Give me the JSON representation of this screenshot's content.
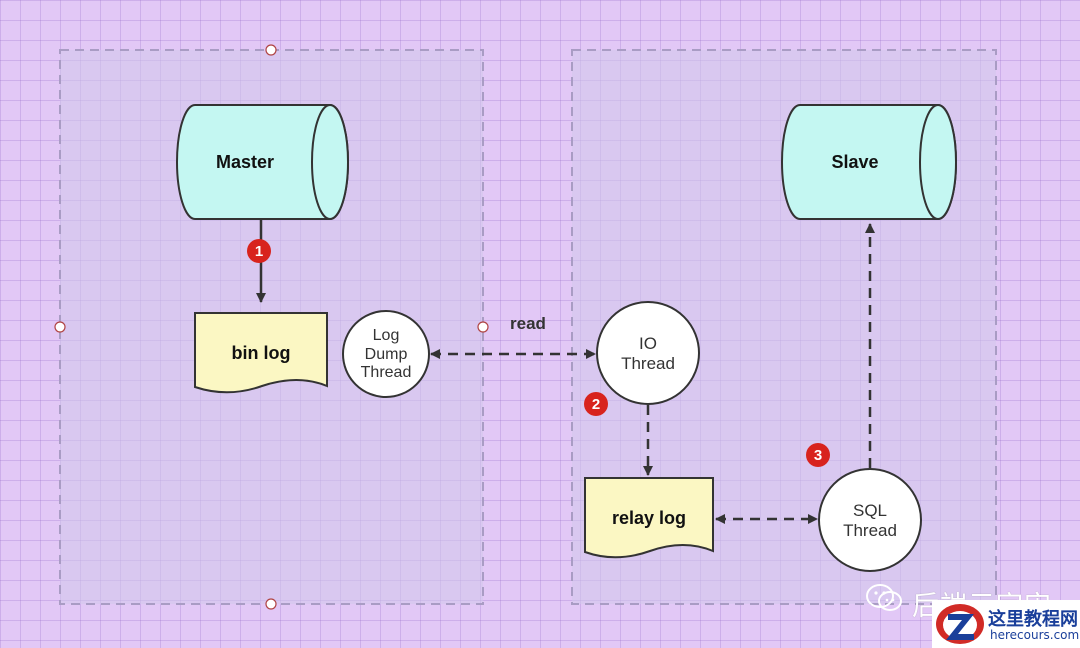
{
  "master": {
    "label": "Master"
  },
  "slave": {
    "label": "Slave"
  },
  "binlog": {
    "label": "bin log"
  },
  "relaylog": {
    "label": "relay log"
  },
  "dump_thread": {
    "label_line1": "Log",
    "label_line2": "Dump",
    "label_line3": "Thread"
  },
  "io_thread": {
    "label_line1": "IO",
    "label_line2": "Thread"
  },
  "sql_thread": {
    "label_line1": "SQL",
    "label_line2": "Thread"
  },
  "edge_read": {
    "label": "read"
  },
  "steps": [
    "1",
    "2",
    "3"
  ],
  "watermark": {
    "text": "后端元宇宙"
  },
  "logo": {
    "title": "这里教程网",
    "subtitle": "herecours.com"
  },
  "colors": {
    "background": "#e2c8f6",
    "cylinder_fill": "#c4f7f2",
    "log_fill": "#fbf7c3",
    "step_badge": "#d8231d",
    "panel_fill": "#d8c8ee"
  }
}
